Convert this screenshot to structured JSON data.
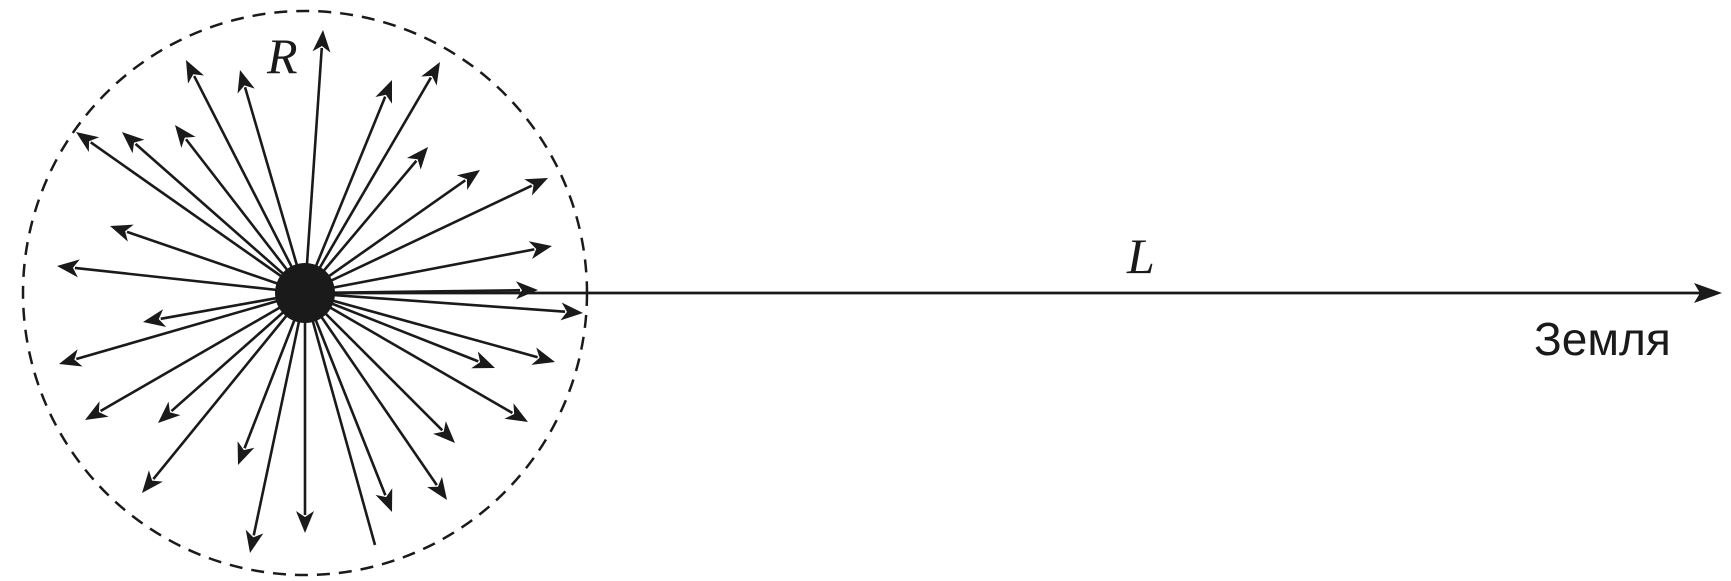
{
  "labels": {
    "radius": "R",
    "distance": "L",
    "target": "Земля"
  },
  "colors": {
    "ink": "#1a1a1a",
    "background": "#ffffff"
  },
  "diagram": {
    "boundary_style": "dashed circle",
    "source_shape": "filled dot",
    "ray_count": 30
  }
}
